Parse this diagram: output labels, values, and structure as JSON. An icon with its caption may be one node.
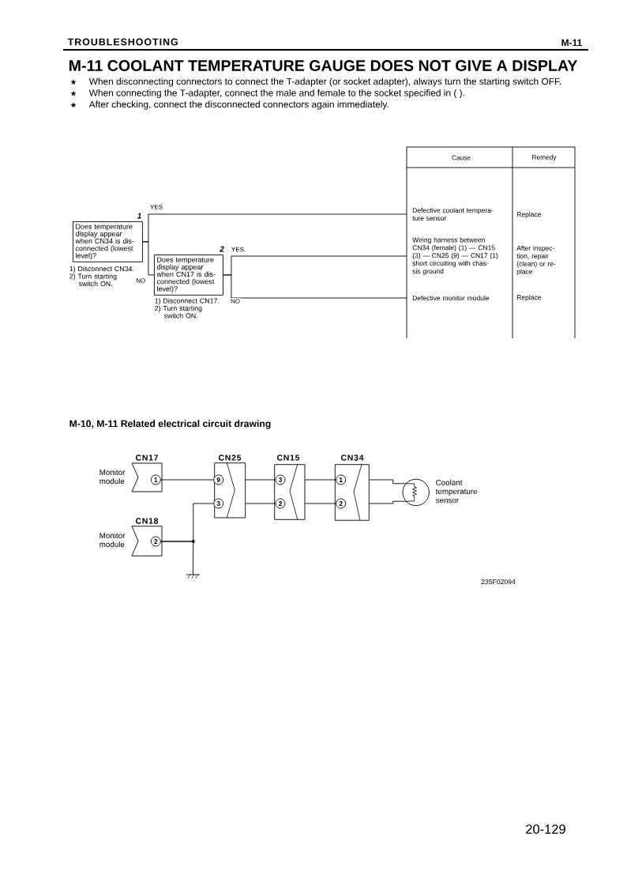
{
  "diagram": {
    "title": "M-11 COOLANT TEMPERATURE GAUGE DOES NOT GIVE A DISPLAY",
    "nodes": [
      {
        "text": [
          "Does temperature display appear when CN34 is dis- connected (lowest level)?"
        ],
        "beside": [
          "1",
          "1) Disconnect CN34.",
          "2) Turn starting switch ON."
        ]
      },
      {
        "text": [
          "Does temperature display appear when CN17 is dis- connected (lowest level)?"
        ],
        "beside": [
          "2",
          "1) Disconnect CN17.",
          "2) Turn starting switch ON."
        ]
      },
      {
        "text": [
          "Cause",
          "Remedy"
        ]
      },
      {
        "text": [
          "Defective coolant tempera- ture sensor",
          "Replace"
        ],
        "in": 2
      },
      {
        "text": [
          "Wiring harness between CN34 (female) (1) — CN15 (3) — CN25 (9) — CN17 (1) short circuiting with chas- sis ground",
          "After inspec- tion, repair (clean) or re- place"
        ],
        "in": 2
      },
      {
        "text": [
          "Defective monitor module",
          "Replace"
        ],
        "in": 2
      },
      {
        "text": [
          "CN17"
        ],
        "beside": [
          "Monitor module"
        ]
      },
      {
        "text": [
          "1"
        ],
        "in": 6
      },
      {
        "text": [
          "CN25"
        ]
      },
      {
        "text": [
          "9"
        ],
        "in": 8
      },
      {
        "text": [
          "3"
        ],
        "in": 8
      },
      {
        "text": [
          "CN15"
        ]
      },
      {
        "text": [
          "3"
        ],
        "in": 11
      },
      {
        "text": [
          "2"
        ],
        "in": 11
      },
      {
        "text": [
          "CN34"
        ]
      },
      {
        "text": [
          "1"
        ],
        "in": 14
      },
      {
        "text": [
          "2"
        ],
        "in": 14
      },
      {
        "text": [],
        "shape": "circle",
        "beside": [
          "Coolant temperature sensor"
        ]
      },
      {
        "text": [
          "CN18"
        ],
        "beside": [
          "Monitor module"
        ]
      },
      {
        "text": [
          "2"
        ],
        "in": 18
      },
      {
        "text": [],
        "shape": "ground"
      }
    ],
    "edges": [
      {
        "from": 0,
        "to": 3,
        "arrow": "none",
        "label": "YES"
      },
      {
        "from": 0,
        "to": 1,
        "arrow": "none",
        "label": "NO"
      },
      {
        "from": 1,
        "to": 4,
        "arrow": "none",
        "label": "YES"
      },
      {
        "from": 1,
        "to": 5,
        "arrow": "none",
        "label": "NO"
      },
      {
        "from": 7,
        "to": 9,
        "arrow": "none"
      },
      {
        "from": 8,
        "to": 12,
        "arrow": "none"
      },
      {
        "from": 8,
        "to": 13,
        "arrow": "none"
      },
      {
        "from": 11,
        "to": 15,
        "arrow": "none"
      },
      {
        "from": 11,
        "to": 16,
        "arrow": "none"
      },
      {
        "from": 14,
        "to": 17,
        "arrow": "none"
      },
      {
        "from": 14,
        "to": 17,
        "arrow": "none"
      },
      {
        "from": 19,
        "to": 10,
        "arrow": "none"
      },
      {
        "from": 19,
        "to": 20,
        "arrow": "none"
      }
    ],
    "labels": [
      "TROUBLESHOOTING",
      "M-11",
      "When disconnecting connectors to connect the T-adapter (or socket adapter), always turn the starting switch OFF.",
      "When connecting the T-adapter, connect the male and female to the socket specified in ( ).",
      "After checking, connect the disconnected connectors again immediately.",
      "M-10, M-11 Related electrical circuit drawing",
      "235F02094",
      "20-129"
    ]
  }
}
